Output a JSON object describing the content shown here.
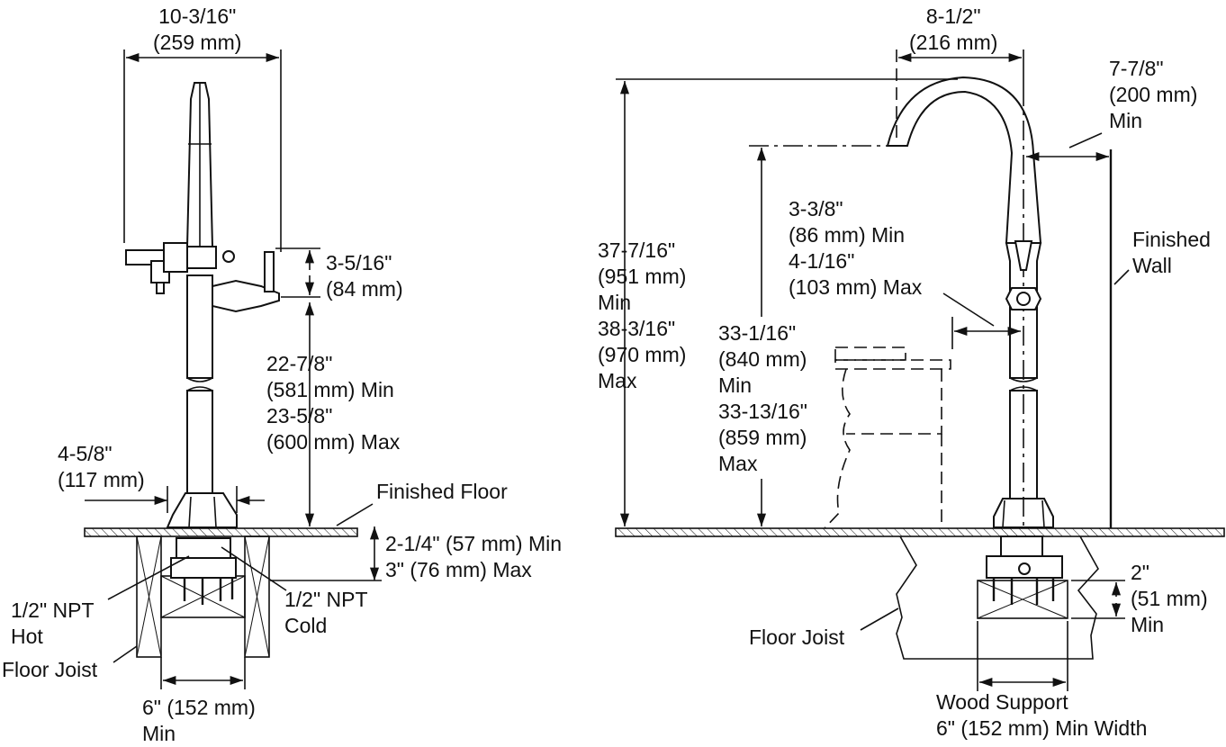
{
  "labels": {
    "top_width": [
      "10-3/16\"",
      "(259 mm)"
    ],
    "handle_height": [
      "3-5/16\"",
      "(84 mm)"
    ],
    "spout_base_height": [
      "22-7/8\"",
      "(581 mm) Min",
      "23-5/8\"",
      "(600 mm) Max"
    ],
    "base_width": [
      "4-5/8\"",
      "(117 mm)"
    ],
    "finished_floor": "Finished Floor",
    "floor_thickness": [
      "2-1/4\" (57 mm) Min",
      "3\" (76 mm) Max"
    ],
    "npt_hot": [
      "1/2\" NPT",
      "Hot"
    ],
    "npt_cold": [
      "1/2\" NPT",
      "Cold"
    ],
    "floor_joist_left": "Floor Joist",
    "joist_spacing": [
      "6\" (152 mm)",
      "Min"
    ],
    "reach": [
      "8-1/2\"",
      "(216 mm)"
    ],
    "wall_clearance": [
      "7-7/8\"",
      "(200 mm)",
      "Min"
    ],
    "total_height": [
      "37-7/16\"",
      "(951 mm)",
      "Min",
      "38-3/16\"",
      "(970 mm)",
      "Max"
    ],
    "handle_offset": [
      "3-3/8\"",
      "(86 mm) Min",
      "4-1/16\"",
      "(103 mm) Max"
    ],
    "finished_wall": [
      "Finished",
      "Wall"
    ],
    "spout_height": [
      "33-1/16\"",
      "(840 mm)",
      "Min",
      "33-13/16\"",
      "(859 mm)",
      "Max"
    ],
    "support_height": [
      "2\"",
      "(51 mm)",
      "Min"
    ],
    "floor_joist_right": "Floor Joist",
    "wood_support": [
      "Wood Support",
      "6\" (152 mm) Min Width"
    ]
  }
}
